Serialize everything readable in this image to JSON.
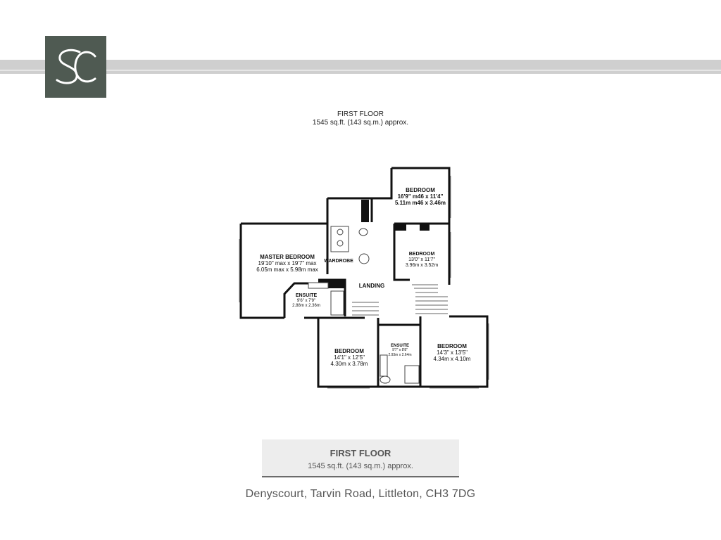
{
  "header": {
    "floor_title": "FIRST FLOOR",
    "floor_area": "1545 sq.ft. (143 sq.m.) approx."
  },
  "rooms": {
    "bedroom_top": {
      "name": "BEDROOM",
      "dim_imperial": "16'9\" m46 x 11'4\"",
      "dim_metric": "5.11m m46 x 3.46m"
    },
    "bedroom_mid": {
      "name": "BEDROOM",
      "dim_imperial": "13'0\" x 11'7\"",
      "dim_metric": "3.96m x 3.52m"
    },
    "master": {
      "name": "MASTER BEDROOM",
      "dim_imperial": "19'10\" max x 19'7\" max",
      "dim_metric": "6.05m max x 5.98m max"
    },
    "wardrobe": {
      "name": "WARDROBE"
    },
    "landing": {
      "name": "LANDING"
    },
    "ensuite_master": {
      "name": "ENSUITE",
      "dim_imperial": "9'6\" x 7'9\"",
      "dim_metric": "2.88m x 2.36m"
    },
    "bedroom_left": {
      "name": "BEDROOM",
      "dim_imperial": "14'1\" x 12'5\"",
      "dim_metric": "4.30m x 3.78m"
    },
    "ensuite_small": {
      "name": "ENSUITE",
      "dim_imperial": "9'7\" x 8'8\"",
      "dim_metric": "2.93m x 2.64m"
    },
    "bedroom_right": {
      "name": "BEDROOM",
      "dim_imperial": "14'3\" x 13'5\"",
      "dim_metric": "4.34m x 4.10m"
    }
  },
  "caption": {
    "title": "FIRST FLOOR",
    "area": "1545 sq.ft. (143 sq.m.) approx."
  },
  "address": "Denyscourt, Tarvin Road, Littleton, CH3 7DG",
  "colors": {
    "logo_bg": "#4f5a52",
    "band": "#cfcfcf",
    "walls": "#111111"
  }
}
